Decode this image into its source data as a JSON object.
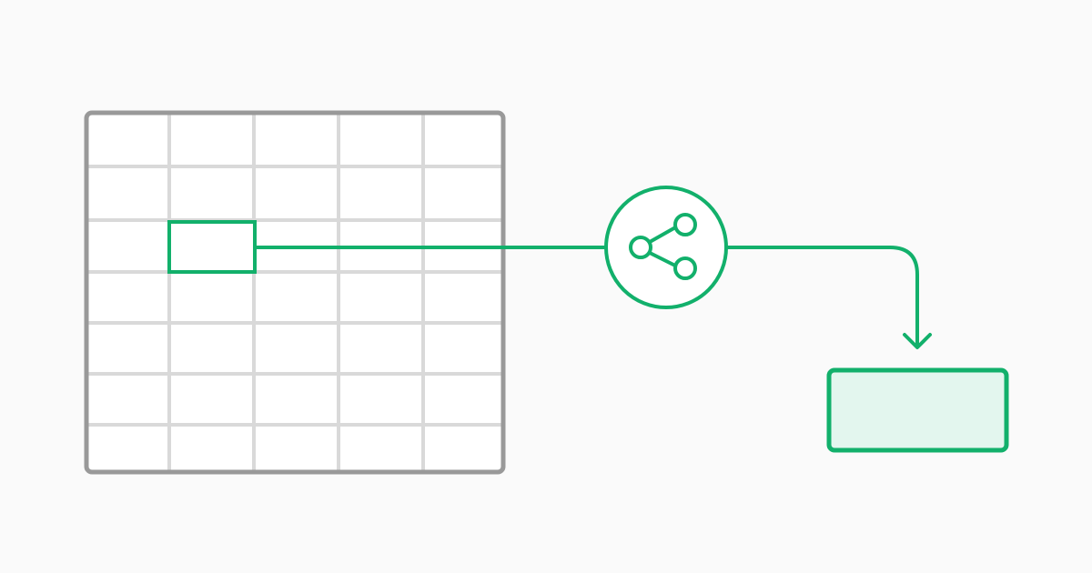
{
  "diagram": {
    "colors": {
      "background": "#fafafa",
      "grid_outer": "#999999",
      "grid_lines": "#d9d9d9",
      "grid_fill": "#ffffff",
      "accent": "#12b06b",
      "accent_fill": "#e3f6ee"
    },
    "spreadsheet": {
      "columns": 5,
      "rows": 7,
      "selected_cell": {
        "row": 3,
        "column": 2
      }
    },
    "nodes": [
      {
        "id": "spreadsheet-grid",
        "kind": "table"
      },
      {
        "id": "selected-cell",
        "kind": "cell-highlight"
      },
      {
        "id": "share-node",
        "kind": "circle",
        "icon": "share-icon"
      },
      {
        "id": "destination-box",
        "kind": "rectangle"
      }
    ],
    "edges": [
      {
        "from": "selected-cell",
        "to": "share-node",
        "style": "line"
      },
      {
        "from": "share-node",
        "to": "destination-box",
        "style": "arrow"
      }
    ]
  }
}
